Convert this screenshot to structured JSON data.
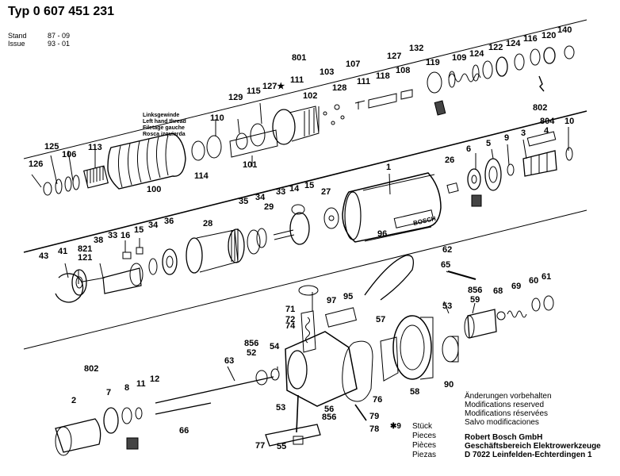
{
  "header": {
    "title": "Typ 0 607 451 231",
    "stand_label": "Stand",
    "stand_value": "87 - 09",
    "issue_label": "Issue",
    "issue_value": "93 - 01"
  },
  "thread_note": [
    "Linksgewinde",
    "Left hand thread",
    "Filetage gauche",
    "Rosca izquierda"
  ],
  "brand_mark": "BOSCH",
  "parts": [
    {
      "id": "p120",
      "n": "120"
    },
    {
      "id": "p140",
      "n": "140"
    },
    {
      "id": "p116",
      "n": "116"
    },
    {
      "id": "p124a",
      "n": "124"
    },
    {
      "id": "p122",
      "n": "122"
    },
    {
      "id": "p124b",
      "n": "124"
    },
    {
      "id": "p109",
      "n": "109"
    },
    {
      "id": "p119",
      "n": "119"
    },
    {
      "id": "p132",
      "n": "132"
    },
    {
      "id": "p127a",
      "n": "127"
    },
    {
      "id": "p108",
      "n": "108"
    },
    {
      "id": "p107",
      "n": "107"
    },
    {
      "id": "p118",
      "n": "118"
    },
    {
      "id": "p111a",
      "n": "111"
    },
    {
      "id": "p103",
      "n": "103"
    },
    {
      "id": "p128",
      "n": "128"
    },
    {
      "id": "p801",
      "n": "801"
    },
    {
      "id": "p111b",
      "n": "111"
    },
    {
      "id": "p127b",
      "n": "127★"
    },
    {
      "id": "p115",
      "n": "115"
    },
    {
      "id": "p129",
      "n": "129"
    },
    {
      "id": "p102",
      "n": "102"
    },
    {
      "id": "p110",
      "n": "110"
    },
    {
      "id": "p101",
      "n": "101"
    },
    {
      "id": "p114",
      "n": "114"
    },
    {
      "id": "p100",
      "n": "100"
    },
    {
      "id": "p113",
      "n": "113"
    },
    {
      "id": "p106",
      "n": "106"
    },
    {
      "id": "p125",
      "n": "125"
    },
    {
      "id": "p126",
      "n": "126"
    },
    {
      "id": "p802a",
      "n": "802"
    },
    {
      "id": "p804",
      "n": "804"
    },
    {
      "id": "p4",
      "n": "4"
    },
    {
      "id": "p10",
      "n": "10"
    },
    {
      "id": "p3",
      "n": "3"
    },
    {
      "id": "p9",
      "n": "9"
    },
    {
      "id": "p5",
      "n": "5"
    },
    {
      "id": "p6",
      "n": "6"
    },
    {
      "id": "p26",
      "n": "26"
    },
    {
      "id": "p1",
      "n": "1"
    },
    {
      "id": "p27",
      "n": "27"
    },
    {
      "id": "p15a",
      "n": "15"
    },
    {
      "id": "p14",
      "n": "14"
    },
    {
      "id": "p33a",
      "n": "33"
    },
    {
      "id": "p34a",
      "n": "34"
    },
    {
      "id": "p35",
      "n": "35"
    },
    {
      "id": "p29",
      "n": "29"
    },
    {
      "id": "p28",
      "n": "28"
    },
    {
      "id": "p96",
      "n": "96"
    },
    {
      "id": "p36",
      "n": "36"
    },
    {
      "id": "p34b",
      "n": "34"
    },
    {
      "id": "p15b",
      "n": "15"
    },
    {
      "id": "p16",
      "n": "16"
    },
    {
      "id": "p33b",
      "n": "33"
    },
    {
      "id": "p38",
      "n": "38"
    },
    {
      "id": "p821",
      "n": "821"
    },
    {
      "id": "p121",
      "n": "121"
    },
    {
      "id": "p41",
      "n": "41"
    },
    {
      "id": "p43",
      "n": "43"
    },
    {
      "id": "p62",
      "n": "62"
    },
    {
      "id": "p65",
      "n": "65"
    },
    {
      "id": "p856a",
      "n": "856"
    },
    {
      "id": "p59",
      "n": "59"
    },
    {
      "id": "p69",
      "n": "69"
    },
    {
      "id": "p60",
      "n": "60"
    },
    {
      "id": "p61",
      "n": "61"
    },
    {
      "id": "p68",
      "n": "68"
    },
    {
      "id": "p53a",
      "n": "53"
    },
    {
      "id": "p95",
      "n": "95"
    },
    {
      "id": "p97",
      "n": "97"
    },
    {
      "id": "p71",
      "n": "71"
    },
    {
      "id": "p74",
      "n": "74"
    },
    {
      "id": "p72",
      "n": "72"
    },
    {
      "id": "p57",
      "n": "57"
    },
    {
      "id": "p856b",
      "n": "856"
    },
    {
      "id": "p52",
      "n": "52"
    },
    {
      "id": "p54",
      "n": "54"
    },
    {
      "id": "p63",
      "n": "63"
    },
    {
      "id": "p802b",
      "n": "802"
    },
    {
      "id": "p90",
      "n": "90"
    },
    {
      "id": "p2",
      "n": "2"
    },
    {
      "id": "p7",
      "n": "7"
    },
    {
      "id": "p8",
      "n": "8"
    },
    {
      "id": "p11",
      "n": "11"
    },
    {
      "id": "p12",
      "n": "12"
    },
    {
      "id": "p76",
      "n": "76"
    },
    {
      "id": "p58",
      "n": "58"
    },
    {
      "id": "p53b",
      "n": "53"
    },
    {
      "id": "p56",
      "n": "56"
    },
    {
      "id": "p856c",
      "n": "856"
    },
    {
      "id": "p79",
      "n": "79"
    },
    {
      "id": "p78",
      "n": "78"
    },
    {
      "id": "p66",
      "n": "66"
    },
    {
      "id": "p77",
      "n": "77"
    },
    {
      "id": "p55",
      "n": "55"
    }
  ],
  "pieces": {
    "star_label": "✱9",
    "lines": [
      "Stück",
      "Pieces",
      "Pièces",
      "Piezas"
    ]
  },
  "modifications": [
    "Änderungen vorbehalten",
    "Modifications reserved",
    "Modifications réservées",
    "Salvo modificaciones"
  ],
  "company": [
    "Robert Bosch GmbH",
    "Geschäftsbereich Elektrowerkzeuge",
    "D 7022 Leinfelden-Echterdingen 1"
  ]
}
